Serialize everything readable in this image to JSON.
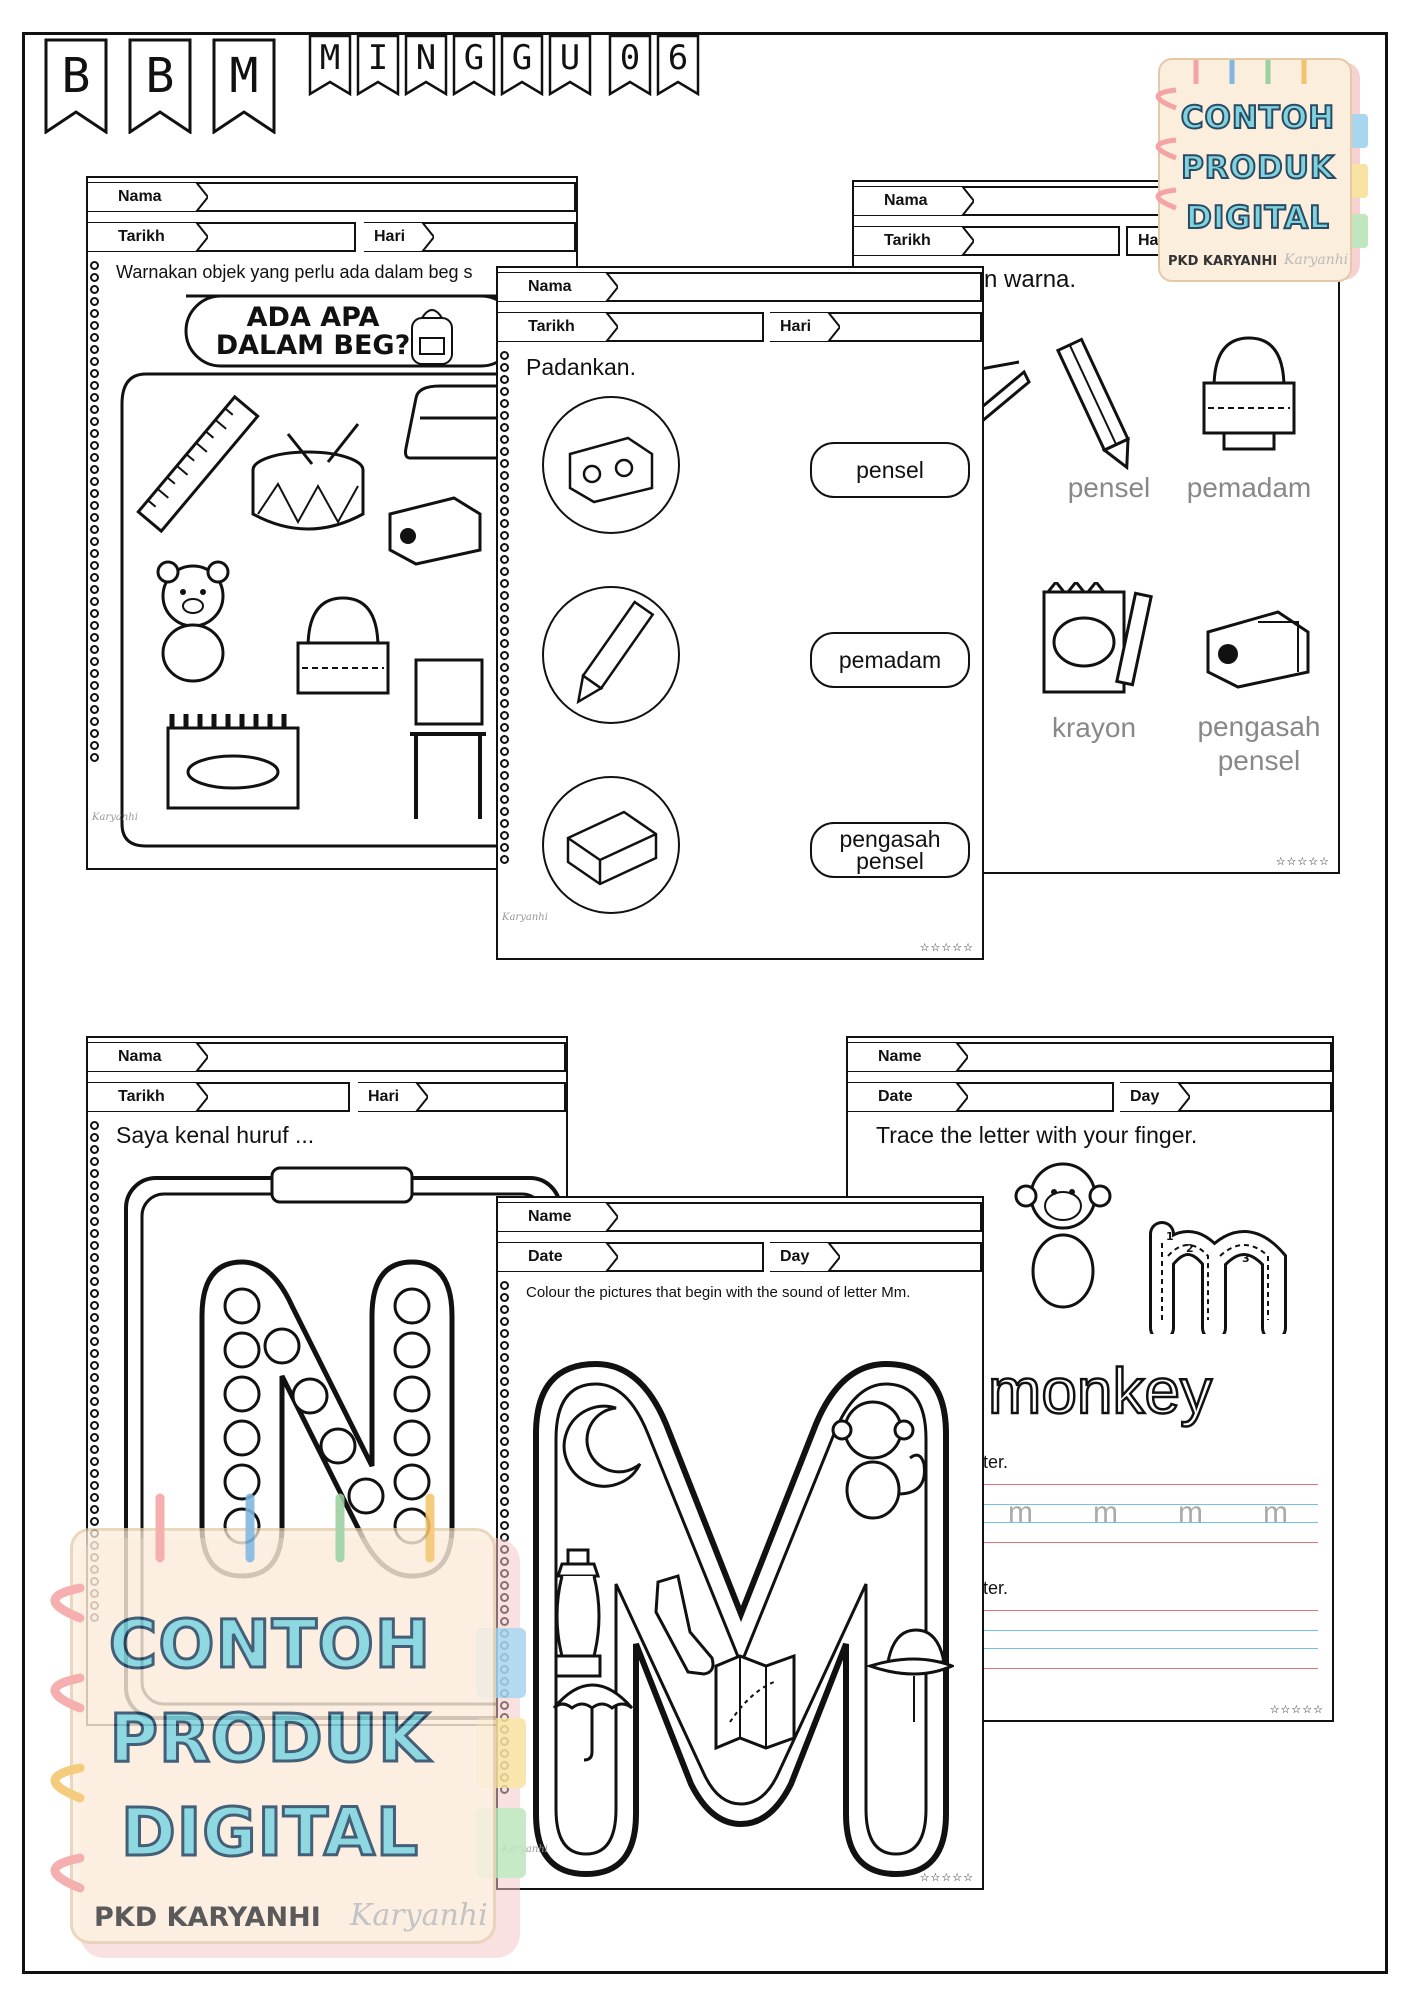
{
  "banner": {
    "letters": [
      "B",
      "B",
      "M"
    ],
    "word": [
      "M",
      "I",
      "N",
      "G",
      "G",
      "U",
      "0",
      "6"
    ]
  },
  "fields": {
    "nama": "Nama",
    "tarikh": "Tarikh",
    "hari": "Hari",
    "name": "Name",
    "date": "Date",
    "day": "Day",
    "ho_partial": "Ha"
  },
  "sheet_bag": {
    "instruction": "Warnakan objek yang perlu ada dalam beg s",
    "title_line1": "ADA APA",
    "title_line2": "DALAM BEG?"
  },
  "sheet_colour": {
    "instruction_partial": "n warna.",
    "labels": [
      "pensel",
      "pemadam",
      "krayon",
      "pengasah pensel"
    ]
  },
  "sheet_match": {
    "instruction": "Padankan.",
    "words": [
      "pensel",
      "pemadam",
      "pengasah pensel"
    ]
  },
  "sheet_letter_n": {
    "instruction": "Saya kenal huruf ...",
    "letter": "N"
  },
  "sheet_trace": {
    "instruction": "Trace the letter with your finger.",
    "word": "monkey",
    "partial1": "tter.",
    "partial2": "tter.",
    "letter": "m",
    "steps": [
      "1",
      "2",
      "3"
    ]
  },
  "sheet_mm": {
    "instruction": "Colour the pictures that begin with the sound of letter Mm.",
    "letter": "M"
  },
  "stars": "☆☆☆☆☆",
  "watermark": {
    "line1": "CONTOH",
    "line2": "PRODUK",
    "line3": "DIGITAL",
    "brand": "PKD KARYANHI",
    "script": "Karyanhi"
  },
  "small_brand": "Karyanhi"
}
